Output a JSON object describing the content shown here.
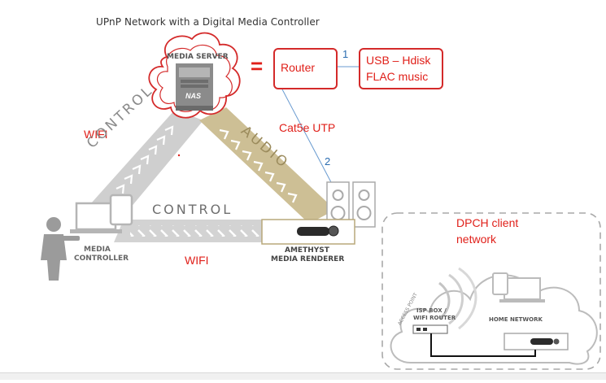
{
  "diagram": {
    "title": "UPnP Network with a Digital Media Controller",
    "media_server_label": "MEDIA SERVER",
    "nas_label": "NAS",
    "equals_sign": "=",
    "router_label": "Router",
    "usb_line1": "USB – Hdisk",
    "usb_line2": "FLAC music",
    "link1_number": "1",
    "link2_number": "2",
    "cat5e_label": "Cat5e UTP",
    "wifi_left_label": "WIFI",
    "wifi_bottom_label": "WIFI",
    "control_left_label": "CONTROL",
    "control_bottom_label": "CONTROL",
    "audio_label": "AUDIO",
    "controller_line1": "MEDIA",
    "controller_line2": "CONTROLLER",
    "renderer_line1": "AMETHYST",
    "renderer_line2": "MEDIA RENDERER",
    "dpch_line1": "DPCH client",
    "dpch_line2": "network",
    "access_point_label": "ACCESS POINT",
    "isp_line1": "ISP BOX /",
    "isp_line2": "WIFI ROUTER",
    "home_network_label": "HOME NETWORK",
    "colors": {
      "red_annotation": "#e0201a",
      "blue_annotation": "#2a6cb0",
      "control_gray": "#c9c9c9",
      "audio_gold": "#c9b98a"
    }
  }
}
